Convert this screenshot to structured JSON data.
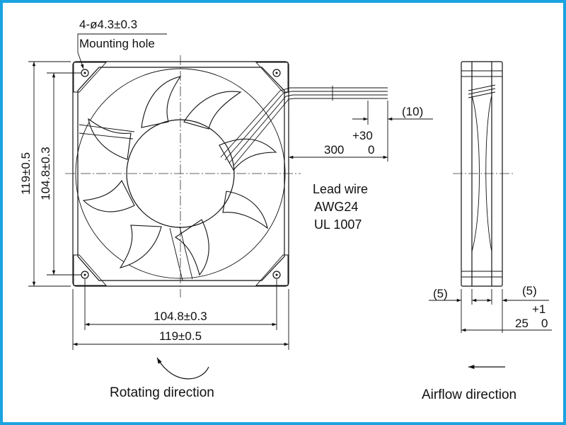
{
  "labels": {
    "mounting_hole_spec": "4-ø4.3±0.3",
    "mounting_hole": "Mounting hole",
    "height_outer": "119±0.5",
    "height_inner": "104.8±0.3",
    "width_inner": "104.8±0.3",
    "width_outer": "119±0.5",
    "lead_extra": "(10)",
    "lead_tol": "+30",
    "lead_length": "300",
    "lead_tol_lower": "0",
    "lead_wire_1": "Lead wire",
    "lead_wire_2": "AWG24",
    "lead_wire_3": "UL 1007",
    "rotating_direction": "Rotating direction",
    "airflow_direction": "Airflow direction",
    "side_left_flange": "(5)",
    "side_right_flange": "(5)",
    "depth_tol": "+1",
    "depth": "25",
    "depth_tol_lower": "0"
  },
  "colors": {
    "frame_border": "#1aa3e0",
    "line": "#111111"
  }
}
